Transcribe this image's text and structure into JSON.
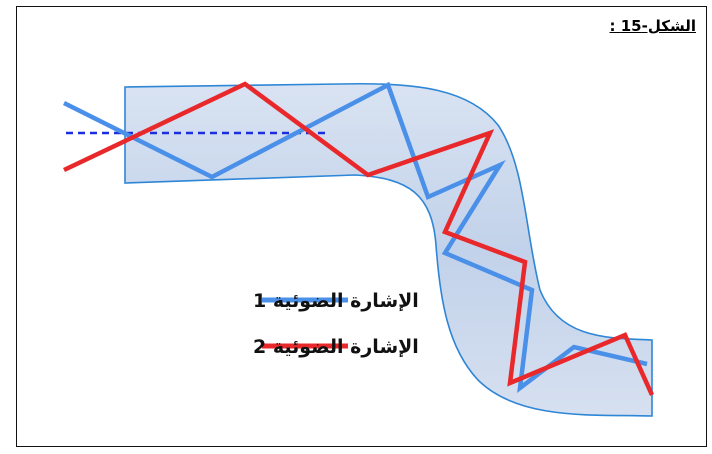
{
  "figure": {
    "caption": "الشكل-15 :",
    "legend": [
      {
        "label": "الإشارة الضوئية 1",
        "color": "#4a90e8"
      },
      {
        "label": "الإشارة الضوئية 2",
        "color": "#e8282a"
      }
    ],
    "colors": {
      "fiber_fill": "#c9d6ea",
      "fiber_edge": "#2e86d6",
      "axis_dash": "#1a2ee0"
    }
  }
}
